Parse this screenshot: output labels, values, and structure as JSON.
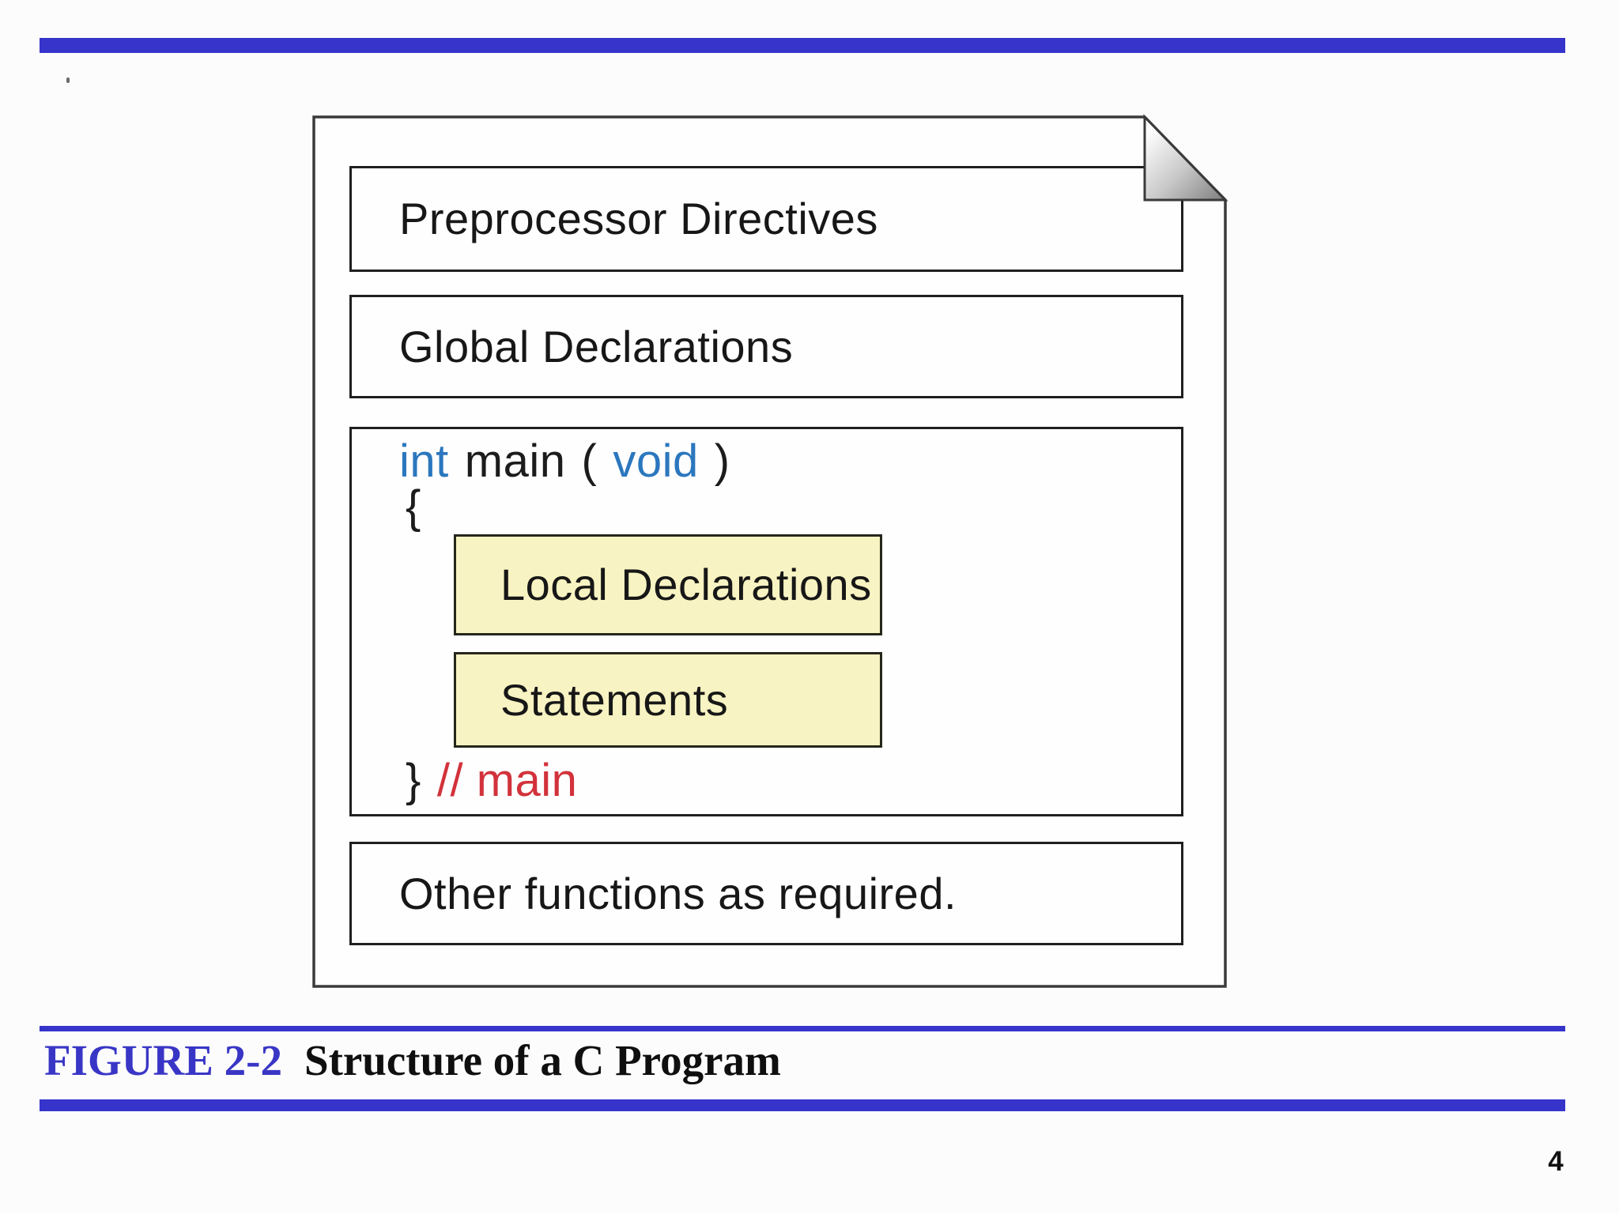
{
  "colors": {
    "accent_blue": "#3634cb",
    "keyword_blue": "#2b77be",
    "comment_red": "#d2323b",
    "highlight_yellow": "#f8f3c2",
    "paper_white": "#fefefe"
  },
  "figure": {
    "label": "FIGURE 2-2",
    "title": "Structure of a C Program"
  },
  "page_number": "4",
  "diagram": {
    "preprocessor_box": "Preprocessor Directives",
    "global_box": "Global Declarations",
    "main_function": {
      "keyword_int": "int",
      "function_name": "main",
      "paren_open": "(",
      "keyword_void": "void",
      "paren_close": ")",
      "brace_open": "{",
      "local_declarations_box": "Local Declarations",
      "statements_box": "Statements",
      "brace_close": "}",
      "comment": "// main"
    },
    "other_functions_box": "Other functions as required."
  }
}
